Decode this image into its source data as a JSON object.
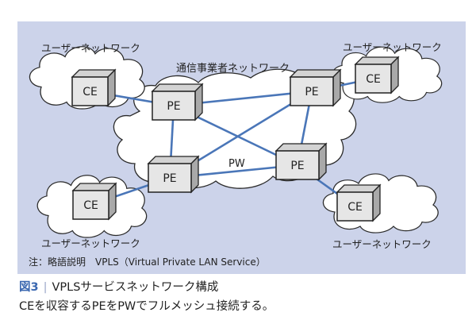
{
  "diagram": {
    "carrier_network_label": "通信事業者ネットワーク",
    "pseudowire_label": "PW",
    "user_network_label": "ユーザーネットワーク",
    "pe_label": "PE",
    "ce_label": "CE",
    "note": "注：略語説明　VPLS（Virtual Private LAN Service）",
    "colors": {
      "panel": "#ccd3ea",
      "link": "#4a76b8",
      "box_face": "#e6e6e6",
      "box_top": "#d3d3d3",
      "box_side": "#a9a9a9",
      "cloud": "#ffffff",
      "caption_accent": "#3a67b0"
    },
    "pe_nodes": [
      "pe-top-left",
      "pe-top-right",
      "pe-bottom-left",
      "pe-bottom-right"
    ],
    "ce_nodes": [
      "ce-top-left",
      "ce-top-right",
      "ce-bottom-left",
      "ce-bottom-right"
    ],
    "links": [
      [
        "ce-top-left",
        "pe-top-left"
      ],
      [
        "ce-top-right",
        "pe-top-right"
      ],
      [
        "ce-bottom-left",
        "pe-bottom-left"
      ],
      [
        "ce-bottom-right",
        "pe-bottom-right"
      ],
      [
        "pe-top-left",
        "pe-top-right"
      ],
      [
        "pe-top-left",
        "pe-bottom-left"
      ],
      [
        "pe-top-left",
        "pe-bottom-right"
      ],
      [
        "pe-top-right",
        "pe-bottom-left"
      ],
      [
        "pe-top-right",
        "pe-bottom-right"
      ],
      [
        "pe-bottom-left",
        "pe-bottom-right"
      ]
    ]
  },
  "caption": {
    "figure_number": "図3",
    "separator": "|",
    "title": "VPLSサービスネットワーク構成",
    "description": "CEを収容するPEをPWでフルメッシュ接続する。"
  }
}
